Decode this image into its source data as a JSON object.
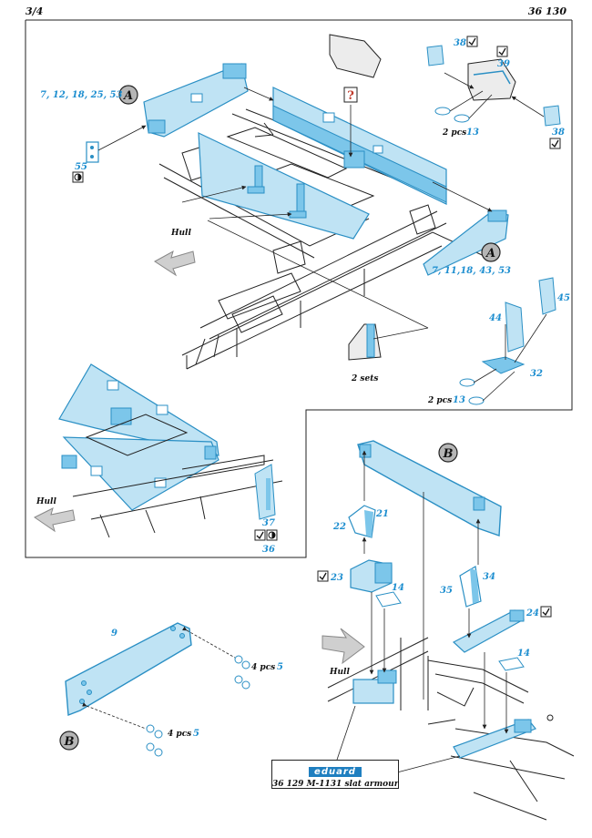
{
  "header": {
    "left": "3/4",
    "right": "36 130"
  },
  "callouts": {
    "a1": "A",
    "a2": "A",
    "b1": "B",
    "b2": "B",
    "q": "?"
  },
  "labels": {
    "a_top_parts": "7, 12, 18, 25, 53",
    "a_right_parts": "7, 11,18, 43, 53",
    "p55": "55",
    "p38a": "38",
    "p39": "39",
    "p38b": "38",
    "pcs13a": "2 pcs",
    "p13a": "13",
    "p44": "44",
    "p45": "45",
    "p32": "32",
    "pcs13b": "2 pcs",
    "p13b": "13",
    "two_sets": "2 sets",
    "hull1": "Hull",
    "hull2": "Hull",
    "hull3": "Hull",
    "p37": "37",
    "p36": "36",
    "p9": "9",
    "pcs5a": "4 pcs",
    "p5a": "5",
    "pcs5b": "4 pcs",
    "p5b": "5",
    "p21": "21",
    "p22": "22",
    "p23": "23",
    "p14a": "14",
    "p35": "35",
    "p34": "34",
    "p24": "24",
    "p14b": "14"
  },
  "footer": {
    "brand": "eduard",
    "caption": "36 129 M-1131 slat armour"
  },
  "colors": {
    "part": "#7cc6ea",
    "part_dark": "#2a8fc4",
    "text_blue": "#1f8fd0",
    "line": "#222222",
    "callout_fill": "#b5b5b5",
    "question": "#c0392b"
  }
}
